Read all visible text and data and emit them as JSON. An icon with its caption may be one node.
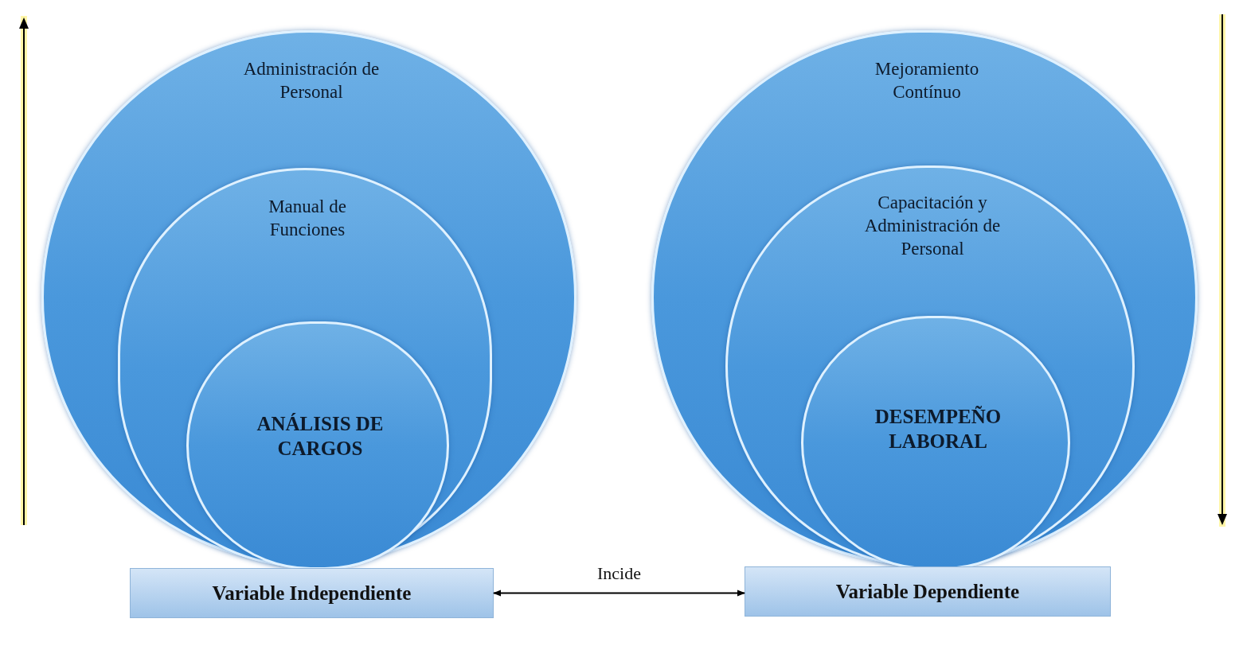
{
  "diagram": {
    "nodes": [
      {
        "text": [
          "Administración de Personal"
        ]
      },
      {
        "text": [
          "Manual de Funciones"
        ],
        "in": 0
      },
      {
        "text": [
          "ANÁLISIS DE CARGOS"
        ],
        "in": 1
      },
      {
        "text": [
          "Mejoramiento Contínuo"
        ]
      },
      {
        "text": [
          "Capacitación y Administración de Personal"
        ],
        "in": 3
      },
      {
        "text": [
          "DESEMPEÑO LABORAL"
        ],
        "in": 4
      },
      {
        "text": [
          "Variable Independiente"
        ]
      },
      {
        "text": [
          "Variable Dependiente"
        ]
      }
    ],
    "edges": [
      {
        "from": 6,
        "to": 7,
        "arrow": "both",
        "label": "Incide"
      }
    ]
  }
}
